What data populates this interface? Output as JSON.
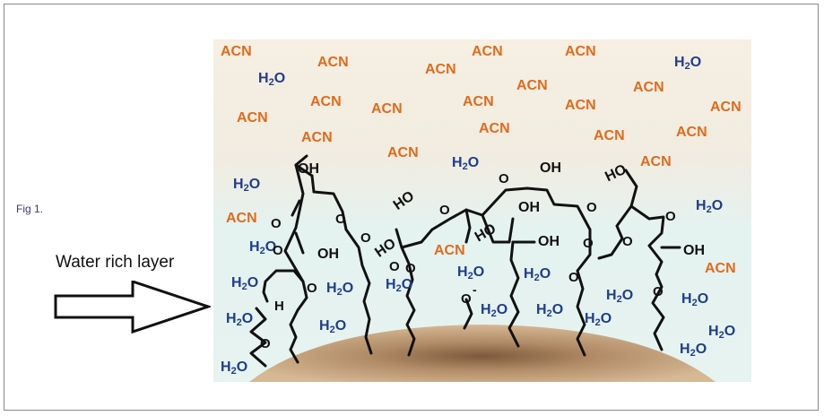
{
  "caption": "Fig 1.",
  "layer_label": "Water rich layer",
  "labels": {
    "acn": "ACN",
    "water_h": "H",
    "water_sub": "2",
    "water_o": "O",
    "oh": "OH",
    "ho": "HO",
    "o": "O",
    "o_minus": "O",
    "minus": "-",
    "h": "H"
  },
  "colors": {
    "acn": "#e06b1c",
    "water": "#1f3d8a",
    "bond": "#111111",
    "bg_top": "#f6efe2",
    "bg_bottom": "#e4f2f0",
    "particle_center": "#7d5a3c",
    "particle_edge": "#d6b894"
  }
}
